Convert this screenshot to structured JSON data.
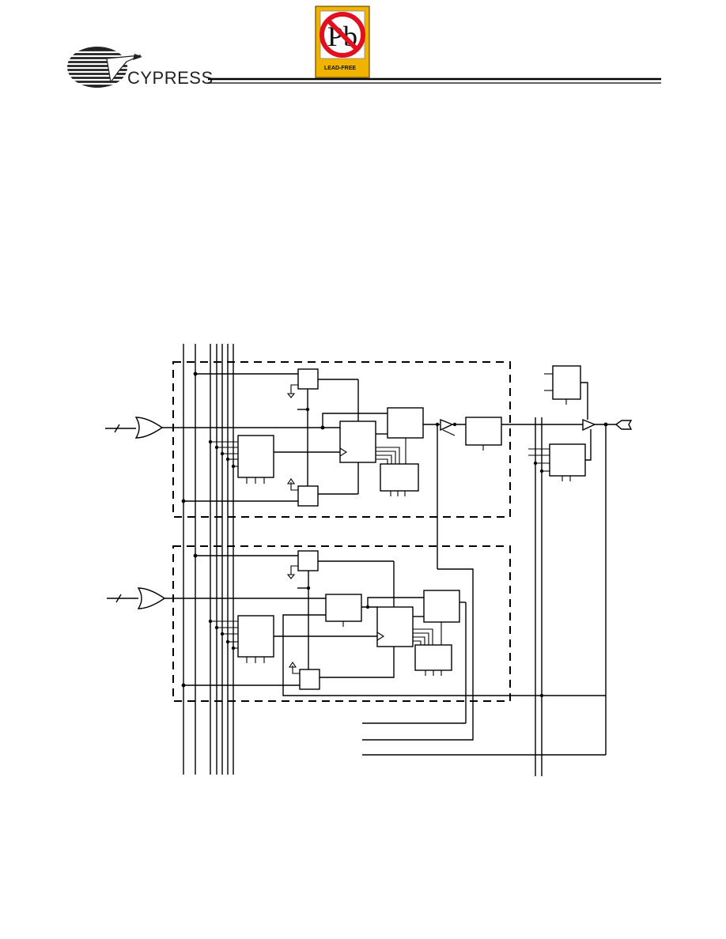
{
  "header": {
    "brand": "CYPRESS",
    "lead_free_symbol": "Pb",
    "lead_free_label": "LEAD-FREE",
    "logo_icon": "cypress-tree-logo",
    "badge_icon": "lead-free-badge",
    "badge_color": "#f0b400",
    "badge_red": "#e01020",
    "rule_color": "#000000"
  },
  "diagram": {
    "type": "macrocell-logic-block-diagram",
    "line_color": "#000000"
  }
}
